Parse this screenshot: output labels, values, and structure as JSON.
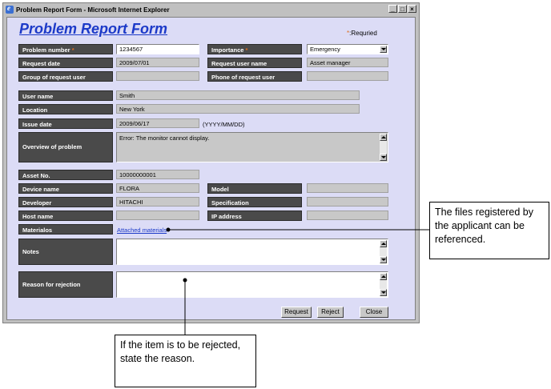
{
  "window": {
    "title": "Problem Report Form - Microsoft Internet Explorer",
    "controls": [
      "_",
      "□",
      "×"
    ]
  },
  "form": {
    "title": "Problem Report Form",
    "required_note": ":Requried",
    "required_mark": "*",
    "fields": {
      "problem_number": {
        "label": "Problem number",
        "value": "1234567"
      },
      "importance": {
        "label": "Importance",
        "value": "Emergency"
      },
      "request_date": {
        "label": "Request date",
        "value": "2009/07/01"
      },
      "request_user_name": {
        "label": "Request user name",
        "value": "Asset manager"
      },
      "group_of_request_user": {
        "label": "Group of request user",
        "value": ""
      },
      "phone_of_request_user": {
        "label": "Phone of request user",
        "value": ""
      },
      "user_name": {
        "label": "User name",
        "value": "Smith"
      },
      "location": {
        "label": "Location",
        "value": "New York"
      },
      "issue_date": {
        "label": "Issue date",
        "value": "2009/06/17",
        "hint": "(YYYY/MM/DD)"
      },
      "overview": {
        "label": "Overview of problem",
        "value": "Error: The monitor cannot display."
      },
      "asset_no": {
        "label": "Asset No.",
        "value": "10000000001"
      },
      "device_name": {
        "label": "Device name",
        "value": "FLORA"
      },
      "model": {
        "label": "Model",
        "value": ""
      },
      "developer": {
        "label": "Developer",
        "value": "HITACHI"
      },
      "specification": {
        "label": "Specification",
        "value": ""
      },
      "host_name": {
        "label": "Host name",
        "value": ""
      },
      "ip_address": {
        "label": "IP address",
        "value": ""
      },
      "materials": {
        "label": "Materialos",
        "link": "Attached materials"
      },
      "notes": {
        "label": "Notes",
        "value": ""
      },
      "reason_for_rejection": {
        "label": "Reason for rejection",
        "value": ""
      }
    },
    "buttons": {
      "request": "Request",
      "reject": "Reject",
      "close": "Close"
    }
  },
  "callouts": {
    "materials": "The files registered by the applicant can be referenced.",
    "rejection": "If the item is to be rejected, state the reason."
  }
}
